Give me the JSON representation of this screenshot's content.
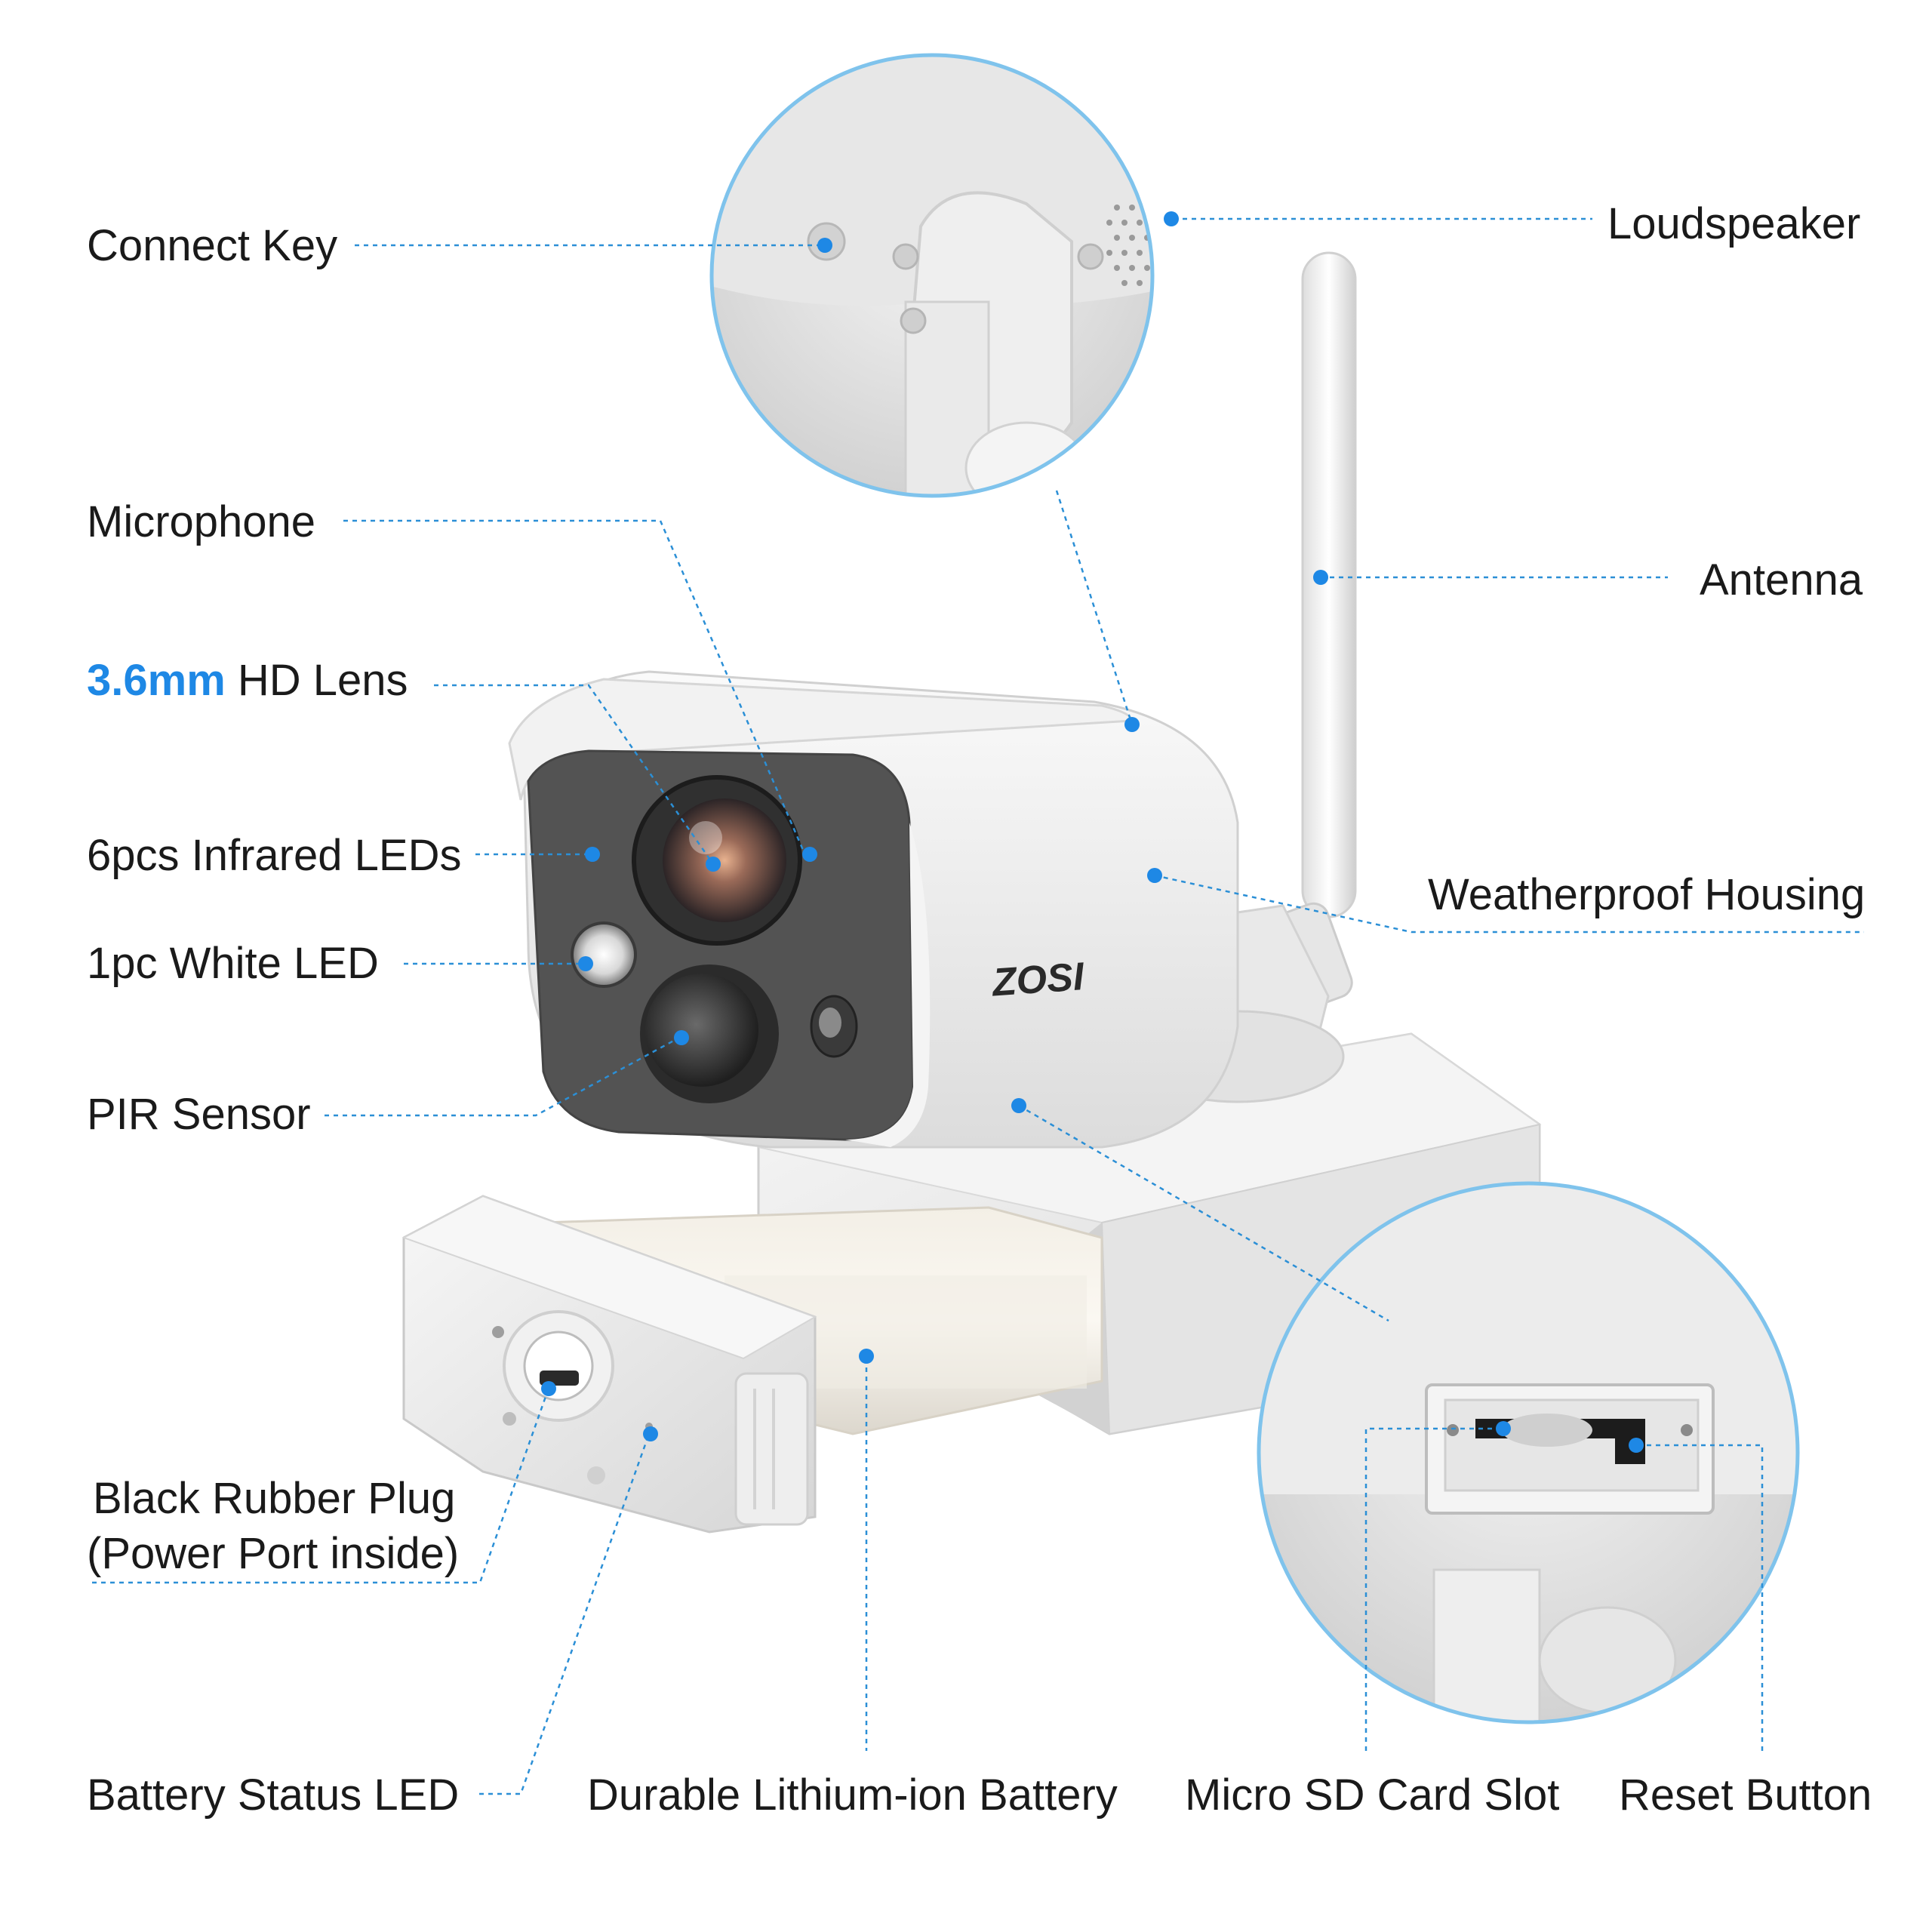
{
  "labels": {
    "connect_key": "Connect Key",
    "loudspeaker": "Loudspeaker",
    "microphone": "Microphone",
    "antenna": "Antenna",
    "lens_highlight": "3.6mm",
    "lens_rest": " HD Lens",
    "infrared_leds": "6pcs Infrared LEDs",
    "weatherproof_housing": "Weatherproof Housing",
    "white_led": "1pc White LED",
    "pir_sensor": "PIR Sensor",
    "rubber_plug_line1": "Black Rubber Plug",
    "rubber_plug_line2": "(Power Port inside)",
    "battery_status_led": "Battery Status LED",
    "lithium_battery": "Durable Lithium-ion Battery",
    "micro_sd_slot": "Micro SD Card Slot",
    "reset_button": "Reset Button"
  },
  "brand": {
    "logo_text": "ZOSI"
  },
  "colors": {
    "accent": "#1e88e5",
    "callout_ring": "#7fc3ec",
    "leader": "#2b8fd6"
  }
}
